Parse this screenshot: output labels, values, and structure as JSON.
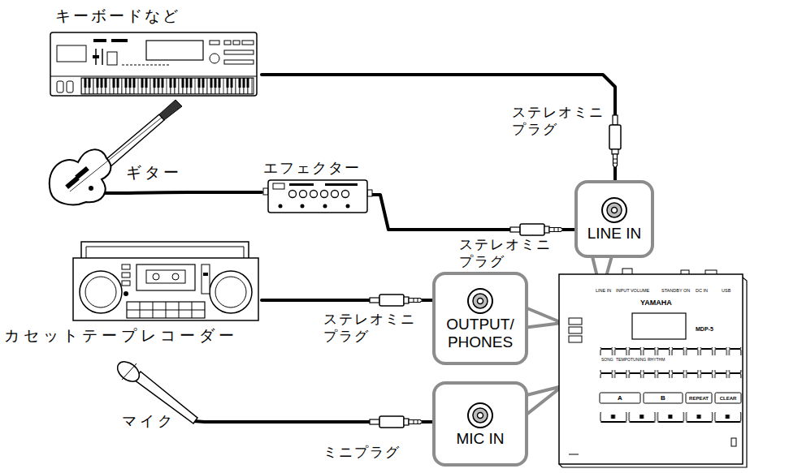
{
  "diagram": {
    "nodes": [
      {
        "text": [
          "キーボードなど"
        ]
      },
      {
        "text": [
          "ギター"
        ]
      },
      {
        "text": [
          "エフェクター"
        ]
      },
      {
        "text": [
          "LINE IN"
        ]
      },
      {
        "text": [
          "カセットテープレコーダー"
        ]
      },
      {
        "text": [
          "OUTPUT/ PHONES"
        ]
      },
      {
        "text": [
          "マイク"
        ]
      },
      {
        "text": [
          "MIC IN"
        ]
      }
    ],
    "edges": [
      {
        "from": 0,
        "to": 3,
        "arrow": "none",
        "label": "ステレオミニ プラグ"
      },
      {
        "from": 1,
        "to": 2,
        "arrow": "none"
      },
      {
        "from": 2,
        "to": 3,
        "arrow": "none",
        "label": "ステレオミニ プラグ"
      },
      {
        "from": 4,
        "to": 5,
        "arrow": "none",
        "label": "ステレオミニ プラグ"
      },
      {
        "from": 6,
        "to": 7,
        "arrow": "none",
        "label": "ミニプラグ"
      }
    ],
    "labels": [
      "LINE IN",
      "INPUT VOLUME",
      "STANDBY ON",
      "DC IN",
      "USB",
      "YAMAHA",
      "MDP-5",
      "SONG",
      "TEMPO",
      "TUNING",
      "RHYTHM",
      "A",
      "B",
      "REPEAT",
      "CLEAR"
    ]
  }
}
